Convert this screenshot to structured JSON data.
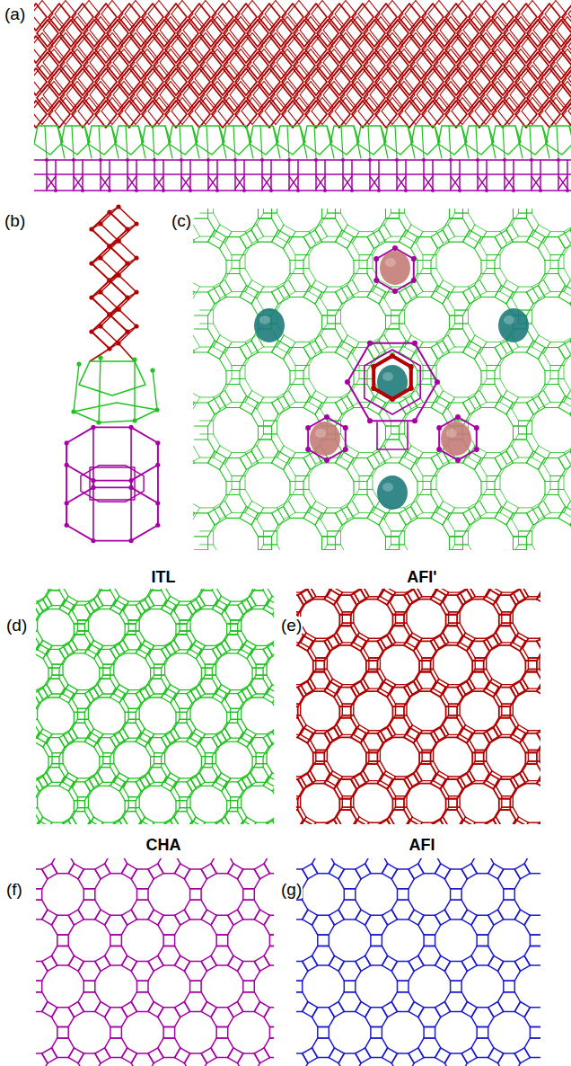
{
  "diagram": {
    "labels": [
      "(a)",
      "(b)",
      "(c)",
      "ITL",
      "(d)",
      "AFI'",
      "(e)",
      "CHA",
      "(f)",
      "AFI",
      "(g)"
    ]
  }
}
